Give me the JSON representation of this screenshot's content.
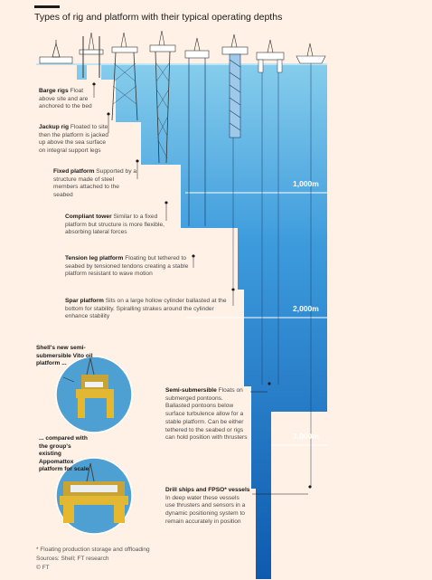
{
  "header": {
    "title": "Types of rig and platform with their typical operating depths"
  },
  "platforms": [
    {
      "name": "Barge rigs",
      "desc": "Float above site and are anchored to the bed"
    },
    {
      "name": "Jackup rig",
      "desc": "Floated to site then the platform is jacked up above the sea surface on integral support legs"
    },
    {
      "name": "Fixed platform",
      "desc": "Supported by a structure made of steel members attached to the seabed"
    },
    {
      "name": "Compliant tower",
      "desc": "Similar to a fixed platform but structure is more flexible, absorbing lateral forces"
    },
    {
      "name": "Tension leg platform",
      "desc": "Floating but tethered to seabed by tensioned tendons creating a stable platform resistant to wave motion"
    },
    {
      "name": "Spar platform",
      "desc": "Sits on a large hollow cylinder ballasted at the bottom for stability. Spiralling strakes around the cylinder enhance stability"
    },
    {
      "name": "Semi-submersible",
      "desc": "Floats on submerged pontoons. Ballasted pontoons below surface turbulence allow for a stable platform. Can be either tethered to the seabed or rigs can hold position with thrusters"
    },
    {
      "name": "Drill ships and FPSO* vessels",
      "desc": "In deep water these vessels use thrusters and sensors in a dynamic positioning system to remain accurately in position"
    }
  ],
  "depths": [
    "1,000m",
    "2,000m",
    "3,000m"
  ],
  "photos": {
    "vito_caption": "Shell's new semi-submersible Vito oil platform ...",
    "appomattox_caption": "... compared with the group's existing Appomattox platform for scale"
  },
  "footer": {
    "note": "* Floating production storage and offloading",
    "sources": "Sources: Shell; FT research",
    "credit": "© FT"
  },
  "colors": {
    "background": "#fff1e5",
    "sea_top": "#7ec8ea",
    "sea_bottom": "#0f5db3",
    "depth_line": "#ffffff"
  }
}
